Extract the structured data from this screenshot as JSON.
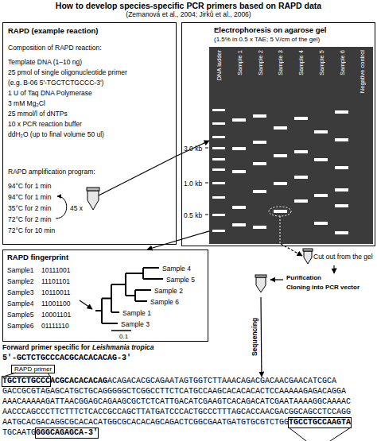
{
  "diagram": {
    "title": "How to develop species-specific PCR primers based on RAPD data",
    "nodes": [
      {
        "text": [
          "RAPD (example reaction)",
          "Composition of RAPD reaction:",
          "Template DNA (1–10 ng)",
          "25 pmol of single oligonucleotide primer",
          "(e.g. B-06 5'-TGCTCTGCCC-3')",
          "1 U of Taq DNA Polymerase",
          "3 mM Mg₂Cl",
          "25 mmol/l of dNTPs",
          "10 x PCR reaction buffer",
          "ddH₂O (up to final volume 50 ul)",
          "RAPD amplification program:",
          "94°C for 1 min",
          "94°C for 1 min",
          "35°C for 2 min",
          "72°C for 2 min",
          "72°C for 10 min",
          "45 x"
        ]
      },
      {
        "text": [
          "Electrophoresis on agarose gel",
          "(1.5% in 0.5 x TAE; 5 V/cm of the gel)",
          "3.0 kb",
          "1.0 kb",
          "0.5 kb"
        ]
      },
      {
        "text": [
          "DNA ladder",
          "Sample 1",
          "Sample 2",
          "Sample 3",
          "Sample 4",
          "Sample 5",
          "Sample 6",
          "Negative control"
        ],
        "in": 1
      },
      {
        "text": [
          "RAPD fingerprint",
          "Sample1",
          "10111001",
          "Sample2",
          "11101101",
          "Sample3",
          "10110011",
          "Sample4",
          "11001100",
          "Sample5",
          "10001101",
          "Sample6",
          "01111110",
          "Sample 4",
          "Sample 5",
          "Sample 2",
          "Sample 6",
          "Sample 1",
          "Sample 3",
          "0.1"
        ]
      },
      {
        "text": [
          "Cut out from the gel"
        ]
      },
      {
        "text": [
          "Purification",
          "Cloning into PCR vector"
        ]
      },
      {
        "text": [
          "TGCTCTGCCC",
          "ACGCACACACAG",
          "ACAGACACGCAGAATAGTGGTCTTAAACAGACGACAACGAACATCGCA",
          "GACCGCGTAGAGCATGCTGCAGGGGGCTCGGCCTTCTCATGCCAAGCACACACACTCCAAAAAGAGACAGGA",
          "AAACAAAAAGATTAACGGAGCAGAAGCGCTCTCATTGACATCGAAGTCACAGACATCGAATAAAAGGCAAAAC",
          "AACCCAGCCCTTCTTTCTCACCGCCAGCTTATGATCCCACTGCCCTTTAGCACCAACGACGGCAGCCTCCAGG",
          "AATGCACGACAGGCGCACACATGGCGCACACAGCAGACTCGGCGAATGATGTGCGTCTGG",
          "TGCCTGCCAAGTA",
          "TGCAATG",
          "GGGCAGAGCA-3'"
        ]
      }
    ],
    "edges": [
      {
        "from": 0,
        "to": 2,
        "arrow": "to"
      },
      {
        "from": 2,
        "to": 3,
        "arrow": "to"
      },
      {
        "from": 2,
        "to": 4,
        "arrow": "to"
      },
      {
        "from": 4,
        "to": 5,
        "arrow": "to"
      },
      {
        "from": 5,
        "to": 6,
        "label": "Sequencing",
        "arrow": "to"
      }
    ],
    "labels": [
      "(Zemanová et al., 2004; Jirků et al., 2006)",
      "Forward primer specific for",
      "Leishmania tropica",
      "5'-GCTCTGCCCACGCACACACAG-3'",
      "RAPD primer"
    ]
  }
}
